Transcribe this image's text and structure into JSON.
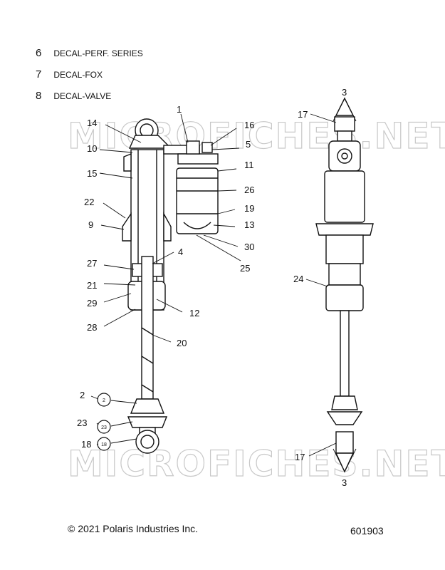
{
  "legend": [
    {
      "num": "6",
      "label": "DECAL-PERF. SERIES"
    },
    {
      "num": "7",
      "label": "DECAL-FOX"
    },
    {
      "num": "8",
      "label": "DECAL-VALVE"
    }
  ],
  "callouts": {
    "c1": "1",
    "c14": "14",
    "c16": "16",
    "c10": "10",
    "c5": "5",
    "c15": "15",
    "c11": "11",
    "c26": "26",
    "c22": "22",
    "c19": "19",
    "c9": "9",
    "c13": "13",
    "c30": "30",
    "c4": "4",
    "c25": "25",
    "c27": "27",
    "c21": "21",
    "c29": "29",
    "c12": "12",
    "c28": "28",
    "c20": "20",
    "c2": "2",
    "c23": "23",
    "c18": "18",
    "c3top": "3",
    "c17top": "17",
    "c24": "24",
    "c17bot": "17",
    "c3bot": "3"
  },
  "decal_labels": {
    "d2": "2",
    "d23": "23",
    "d18": "18"
  },
  "watermark": "MICROFICHES.NET",
  "footer": {
    "copyright": "© 2021 Polaris Industries Inc.",
    "code": "601903"
  }
}
